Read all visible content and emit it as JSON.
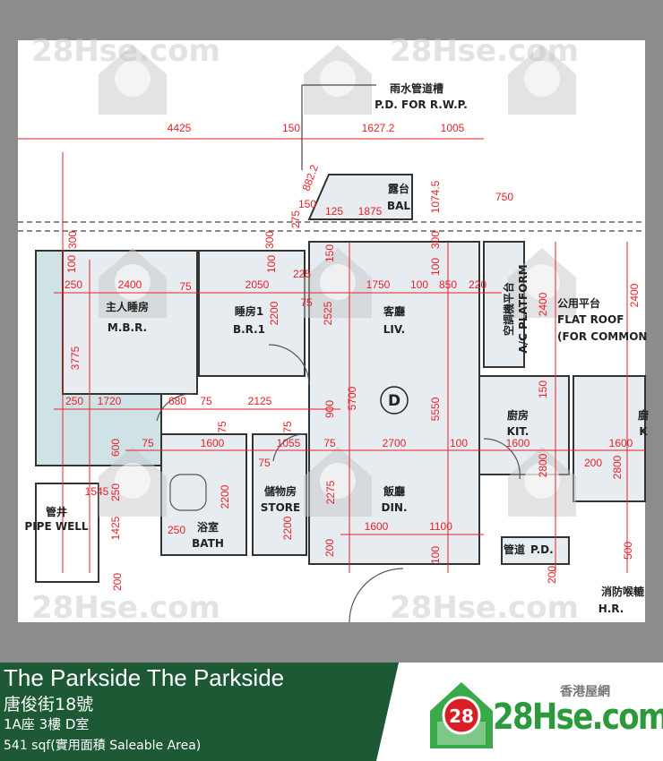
{
  "callout": {
    "zh": "雨水管道槽",
    "en": "P.D. FOR R.W.P."
  },
  "unit_marker": "D",
  "rooms": [
    {
      "zh": "主人睡房",
      "en": "M.B.R."
    },
    {
      "zh": "睡房1",
      "en": "B.R.1"
    },
    {
      "zh": "客廳",
      "en": "LIV."
    },
    {
      "zh": "露台",
      "en": "BAL"
    },
    {
      "zh": "廚房",
      "en": "KIT."
    },
    {
      "zh": "浴室",
      "en": "BATH"
    },
    {
      "zh": "儲物房",
      "en": "STORE"
    },
    {
      "zh": "飯廳",
      "en": "DIN."
    },
    {
      "zh": "管井",
      "en": "PIPE WELL"
    },
    {
      "zh": "消防喉轆",
      "en": "H.R."
    },
    {
      "zh": "廚",
      "en": "K"
    }
  ],
  "ac_platform": {
    "zh": "空調機平台",
    "en": "A/C PLATFORM"
  },
  "flat_roof": {
    "zh": "公用平台",
    "en1": "FLAT ROOF",
    "en2": "(FOR COMMON"
  },
  "pd": {
    "zh": "管道",
    "en": "P.D."
  },
  "dimensions": [
    "4425",
    "150",
    "1627.2",
    "1005",
    "882.2",
    "150",
    "125",
    "1875",
    "1074.5",
    "750",
    "275",
    "300",
    "300",
    "300",
    "100",
    "100",
    "100",
    "150",
    "225",
    "250",
    "2400",
    "75",
    "2050",
    "1750",
    "100",
    "850",
    "220",
    "75",
    "2525",
    "2200",
    "2400",
    "2400",
    "3775",
    "250",
    "1720",
    "680",
    "75",
    "2125",
    "900",
    "5700",
    "5550",
    "150",
    "75",
    "1600",
    "75",
    "75",
    "1055",
    "75",
    "2700",
    "100",
    "1600",
    "1600",
    "2800",
    "200",
    "2800",
    "600",
    "75",
    "1545",
    "250",
    "2200",
    "2275",
    "1600",
    "1100",
    "1425",
    "2200",
    "250",
    "200",
    "100",
    "200",
    "500",
    "200"
  ],
  "watermark": "28Hse.com",
  "watermark_badge": "28",
  "listing": {
    "name": "The Parkside The Parkside",
    "address": "唐俊街18號",
    "unit": "1A座 3樓 D室",
    "area": "541 sqf(實用面積 Saleable Area)"
  },
  "brand": {
    "cn": "香港屋網",
    "name": "28Hse.com",
    "badge": "28"
  },
  "colors": {
    "dimension": "#e8202a",
    "banner": "#1c5934",
    "brand": "#2c9a3c",
    "room_fill": "#e6ecf0"
  }
}
